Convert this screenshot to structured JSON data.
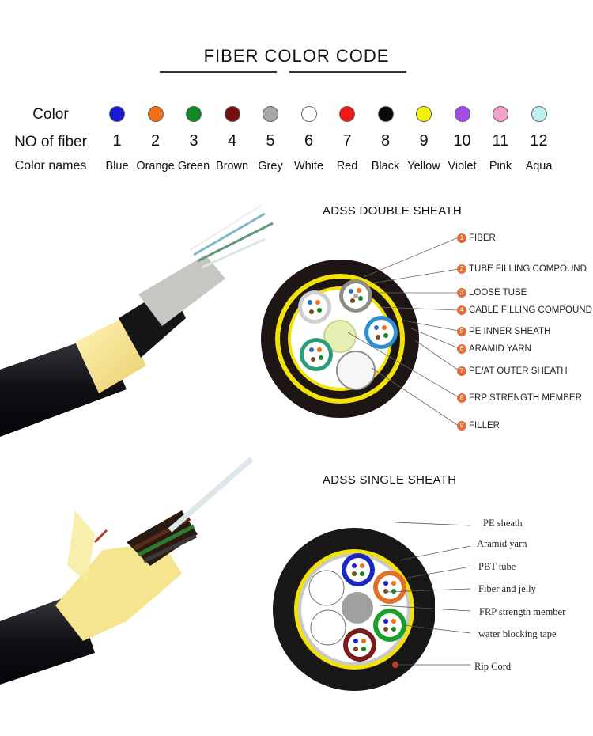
{
  "header": {
    "title": "FIBER COLOR CODE"
  },
  "color_table": {
    "labels": {
      "color": "Color",
      "number": "NO of fiber",
      "names": "Color names"
    },
    "fibers": [
      {
        "no": "1",
        "name": "Blue",
        "hex": "#1a1ad6"
      },
      {
        "no": "2",
        "name": "Orange",
        "hex": "#f07018"
      },
      {
        "no": "3",
        "name": "Green",
        "hex": "#108a20"
      },
      {
        "no": "4",
        "name": "Brown",
        "hex": "#7a0f0f"
      },
      {
        "no": "5",
        "name": "Grey",
        "hex": "#a8a8a8"
      },
      {
        "no": "6",
        "name": "White",
        "hex": "#ffffff"
      },
      {
        "no": "7",
        "name": "Red",
        "hex": "#f01818"
      },
      {
        "no": "8",
        "name": "Black",
        "hex": "#0a0a0a"
      },
      {
        "no": "9",
        "name": "Yellow",
        "hex": "#f2f20a"
      },
      {
        "no": "10",
        "name": "Violet",
        "hex": "#a24be6"
      },
      {
        "no": "11",
        "name": "Pink",
        "hex": "#f4a0cc"
      },
      {
        "no": "12",
        "name": "Aqua",
        "hex": "#bff0f2"
      }
    ]
  },
  "double_sheath": {
    "title": "ADSS DOUBLE SHEATH",
    "labels": [
      {
        "n": "1",
        "text": "FIBER"
      },
      {
        "n": "2",
        "text": "TUBE FILLING COMPOUND"
      },
      {
        "n": "3",
        "text": "LOOSE TUBE"
      },
      {
        "n": "4",
        "text": "CABLE FILLING COMPOUND"
      },
      {
        "n": "5",
        "text": "PE INNER SHEATH"
      },
      {
        "n": "6",
        "text": "ARAMID YARN"
      },
      {
        "n": "7",
        "text": "PE/AT OUTER SHEATH"
      },
      {
        "n": "8",
        "text": "FRP STRENGTH MEMBER"
      },
      {
        "n": "9",
        "text": "FILLER"
      }
    ]
  },
  "single_sheath": {
    "title": "ADSS SINGLE SHEATH",
    "labels": [
      "PE sheath",
      "Aramid yarn",
      "PBT tube",
      "Fiber and jelly",
      "FRP strength member",
      "water blocking tape",
      "Rip Cord"
    ]
  }
}
